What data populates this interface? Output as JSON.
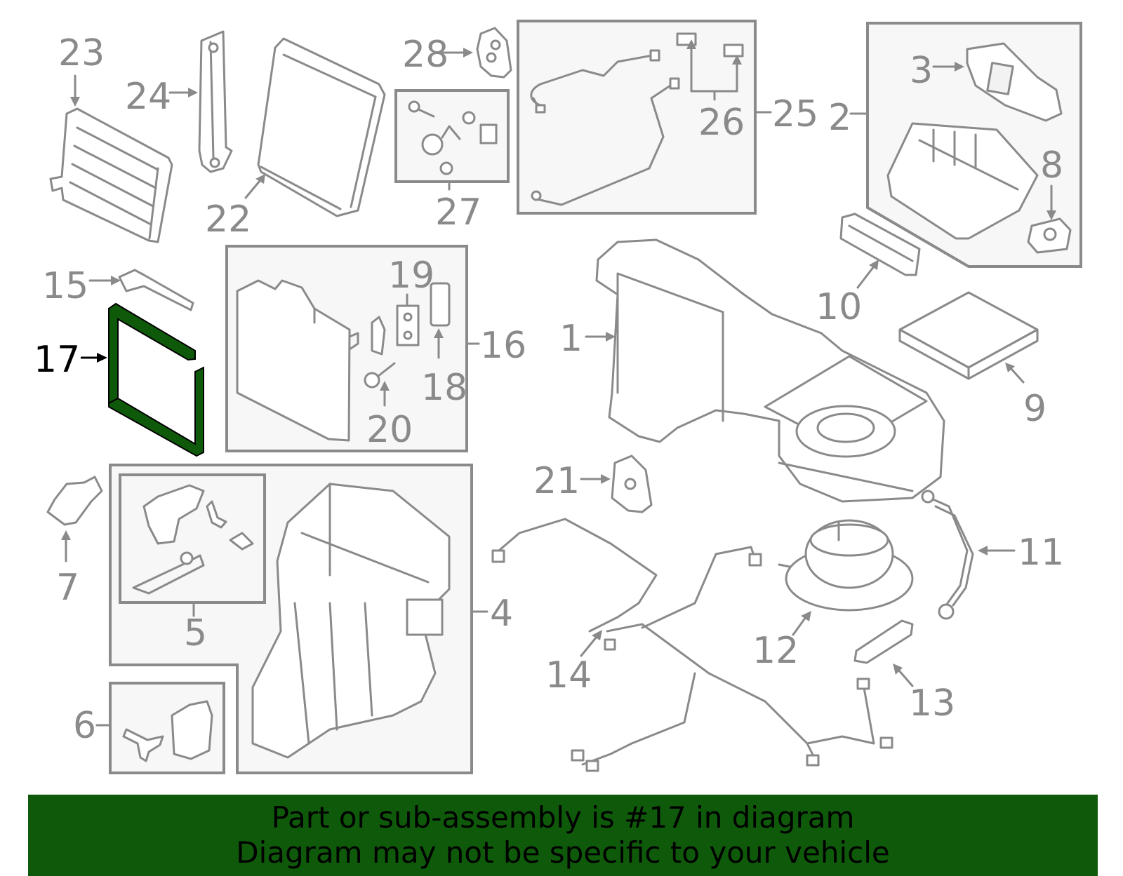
{
  "callouts": {
    "c1": "1",
    "c2": "2",
    "c3": "3",
    "c4": "4",
    "c5": "5",
    "c6": "6",
    "c7": "7",
    "c8": "8",
    "c9": "9",
    "c10": "10",
    "c11": "11",
    "c12": "12",
    "c13": "13",
    "c14": "14",
    "c15": "15",
    "c16": "16",
    "c17": "17",
    "c18": "18",
    "c19": "19",
    "c20": "20",
    "c21": "21",
    "c22": "22",
    "c23": "23",
    "c24": "24",
    "c25": "25",
    "c26": "26",
    "c27": "27",
    "c28": "28"
  },
  "highlight": {
    "part": "17",
    "color": "#0f5a0a"
  },
  "colors": {
    "line": "#8a8a8a",
    "banner": "#0f5a0a",
    "text": "#000000"
  },
  "banner": {
    "line1": "Part or sub-assembly is #17 in diagram",
    "line2": "Diagram may not be specific to your vehicle"
  }
}
